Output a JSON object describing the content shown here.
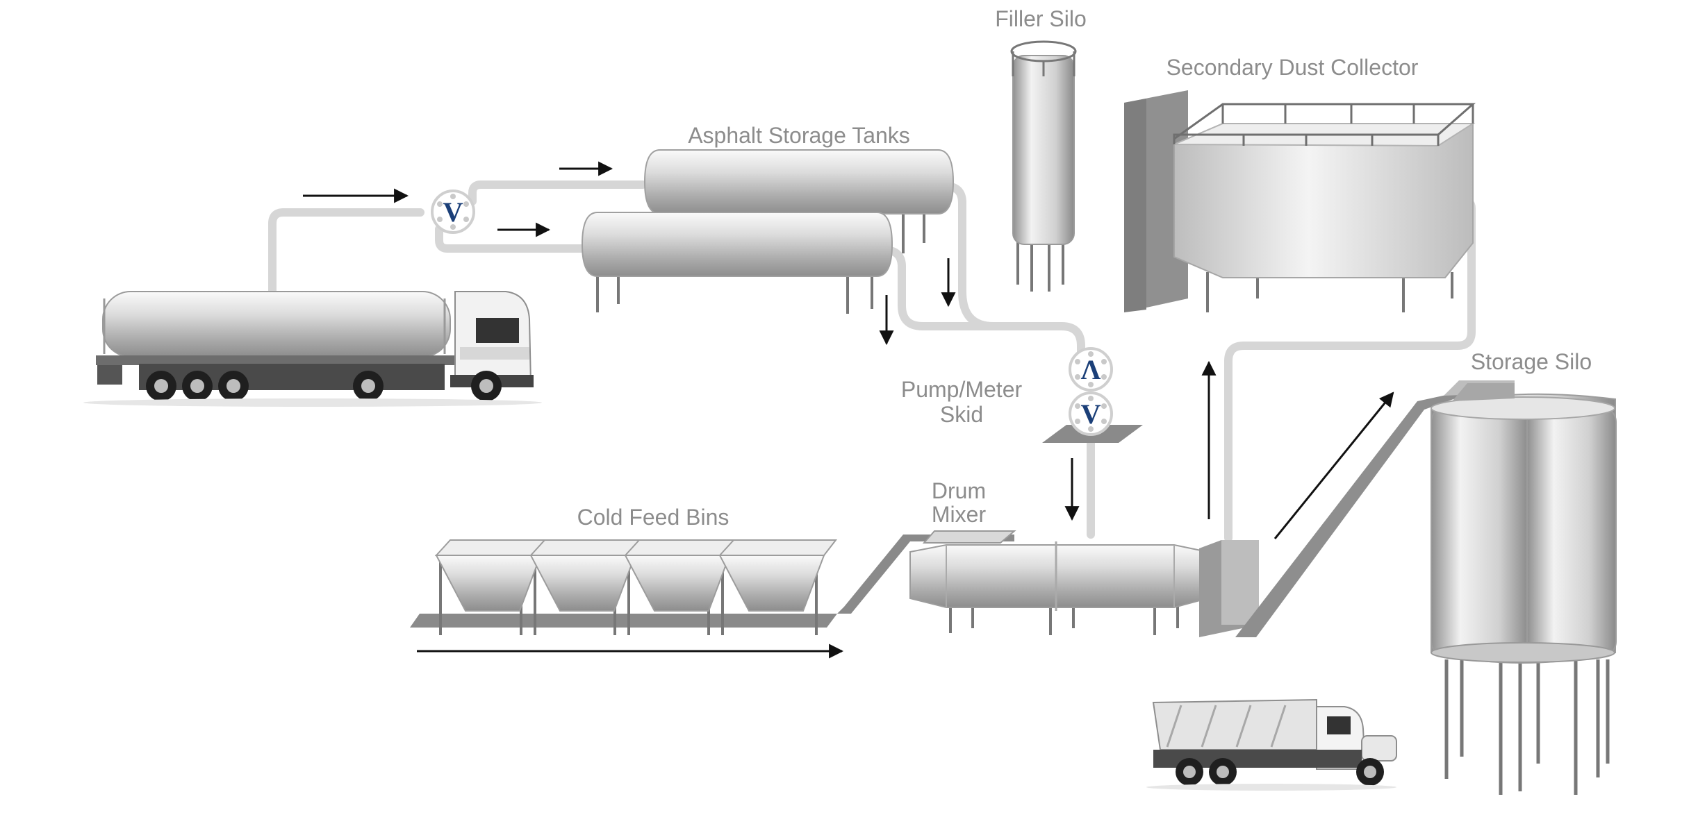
{
  "labels": {
    "filler_silo": "Filler Silo",
    "secondary_dust_collector": "Secondary Dust Collector",
    "asphalt_storage_tanks": "Asphalt Storage Tanks",
    "pump_meter_line1": "Pump/Meter",
    "pump_meter_line2": "Skid",
    "storage_silo": "Storage Silo",
    "cold_feed_bins": "Cold Feed Bins",
    "drum_line1": "Drum",
    "drum_line2": "Mixer"
  },
  "logo": {
    "mark": "V",
    "mark_inverted": "Λ"
  },
  "colors": {
    "pipe": "#d6d6d6",
    "arrow": "#111111",
    "logo_blue": "#1b3f78",
    "label": "#8c8c8c"
  },
  "icons": [
    "tanker-truck-icon",
    "dump-truck-icon",
    "flow-arrow-icon",
    "viking-pump-logo-icon"
  ]
}
